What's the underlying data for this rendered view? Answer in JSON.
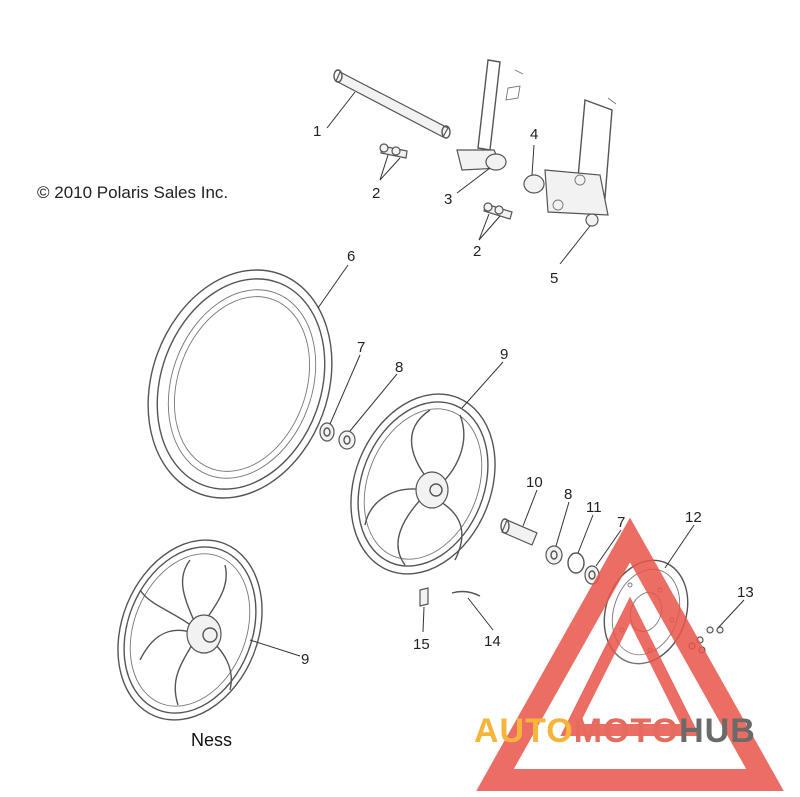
{
  "diagram": {
    "copyright": "© 2010 Polaris Sales Inc.",
    "variant_label": "Ness",
    "callouts": [
      "1",
      "2",
      "3",
      "4",
      "2",
      "5",
      "6",
      "7",
      "8",
      "9",
      "10",
      "8",
      "11",
      "7",
      "12",
      "13",
      "9",
      "15",
      "14"
    ]
  },
  "watermark": {
    "part1": "AUTO",
    "part2": "MOTO",
    "part3": "HUB",
    "colors": {
      "auto": "#f6b53a",
      "moto": "#e46b5e",
      "hub": "#6a6a6a",
      "triangle": "#e8544a"
    }
  }
}
